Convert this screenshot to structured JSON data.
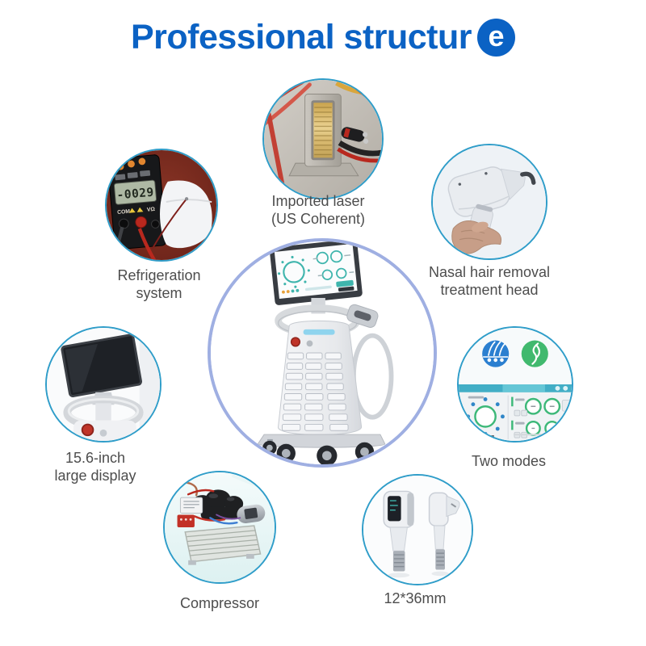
{
  "title": {
    "text": "Professional structur",
    "badge_letter": "e"
  },
  "colors": {
    "title_blue": "#0b62c4",
    "ring_teal": "#2f9dc9",
    "ring_center_periwinkle": "#9fafe2",
    "label_gray": "#4d4d4d",
    "ui_teal": "#3fb5ad",
    "mode_icon_blue": "#2b7fd0",
    "mode_icon_green": "#41b96e",
    "emergency_red": "#bf3429"
  },
  "features": {
    "laser": {
      "line1": "Imported laser",
      "line2": "(US Coherent)"
    },
    "refrigeration": {
      "line1": "Refrigeration",
      "line2": "system",
      "meter": {
        "reading": "-0029",
        "jack_left": "COM",
        "jack_right": "VΩ"
      }
    },
    "nasal": {
      "line1": "Nasal hair removal",
      "line2": "treatment head"
    },
    "display": {
      "line1": "15.6-inch",
      "line2": "large display"
    },
    "modes": {
      "line1": "Two modes"
    },
    "compressor": {
      "line1": "Compressor"
    },
    "handpieces": {
      "line1": "12*36mm"
    }
  }
}
